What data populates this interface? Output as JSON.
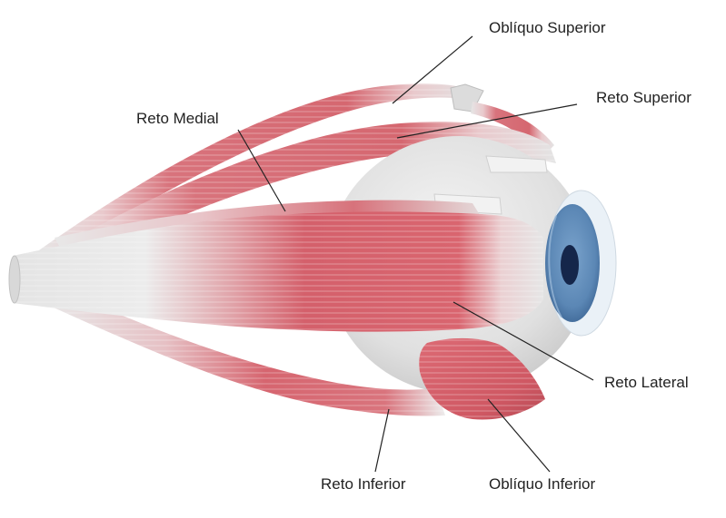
{
  "labels": {
    "obliquo_superior": "Oblíquo Superior",
    "reto_superior": "Reto Superior",
    "reto_medial": "Reto Medial",
    "reto_lateral": "Reto Lateral",
    "reto_inferior": "Reto Inferior",
    "obliquo_inferior": "Oblíquo Inferior"
  },
  "colors": {
    "muscle": "#d9606a",
    "tendon": "#e6e6e6",
    "sclera": "#e2e2e2",
    "iris": "#5b87b5",
    "pupil": "#15264a",
    "leader_line": "#222222"
  }
}
